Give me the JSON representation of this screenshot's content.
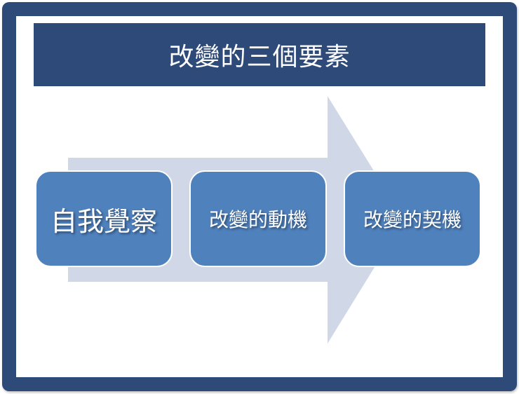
{
  "slide": {
    "title": "改變的三個要素",
    "steps": [
      {
        "label": "自我覺察"
      },
      {
        "label": "改變的動機"
      },
      {
        "label": "改變的契機"
      }
    ]
  },
  "colors": {
    "frame": "#2e4a78",
    "title_bg": "#2e4a78",
    "box_fill": "#4f81bd",
    "arrow_fill": "#d0d8e8",
    "text": "#ffffff"
  }
}
